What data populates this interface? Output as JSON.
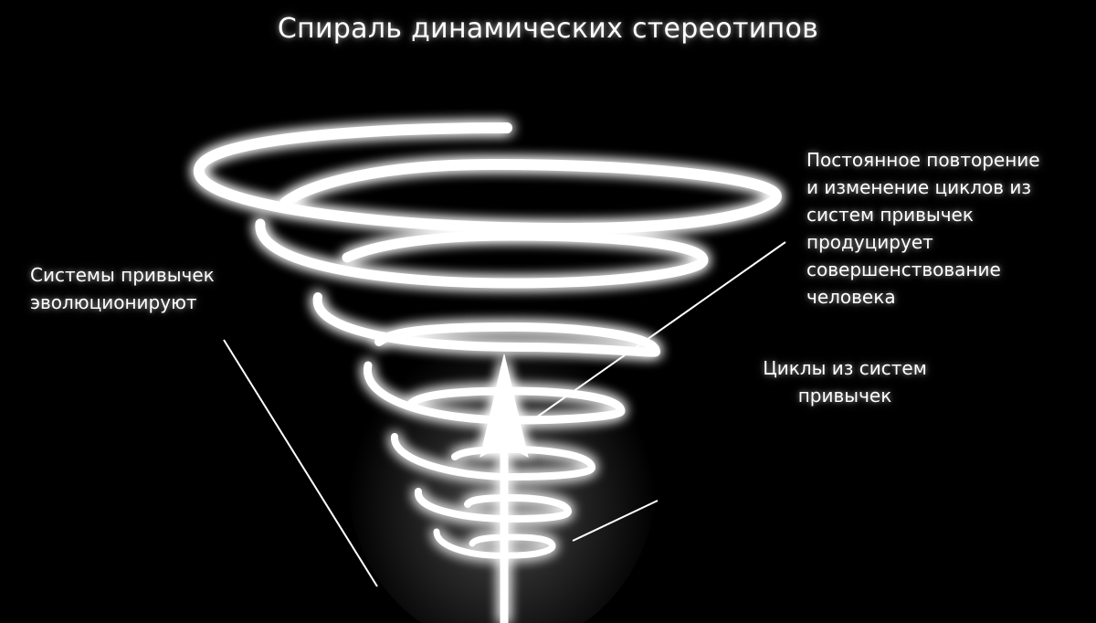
{
  "title": "Спираль динамических стереотипов",
  "labels": {
    "improvement": [
      "Постоянное повторение",
      "и изменение циклов из",
      "систем привычек",
      "продуцирует",
      "совершенствование",
      "человека"
    ],
    "evolve": [
      "Системы привычек",
      "эволюционируют"
    ],
    "cycles": [
      "Циклы из систем",
      "привычек"
    ]
  },
  "colors": {
    "background": "#000000",
    "foreground": "#ffffff"
  },
  "diagram": {
    "shape": "descending spiral (funnel/vortex) with upward arrow through the center",
    "spiral_turns": 7,
    "arrow_direction": "up"
  }
}
